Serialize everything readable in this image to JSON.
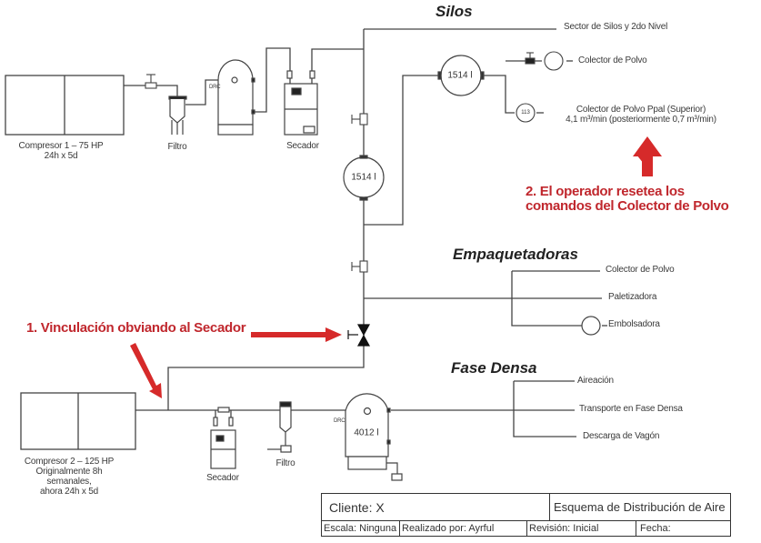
{
  "sections": {
    "silos": "Silos",
    "empaquetadoras": "Empaquetadoras",
    "fase_densa": "Fase Densa"
  },
  "equipment": {
    "compressor1": {
      "name": "Compresor 1 – 75 HP",
      "schedule": "24h x 5d"
    },
    "filter1": "Filtro",
    "dryer1": "Secador",
    "tank_silos": "1514 l",
    "tank_collector": "1514 l",
    "gauge_small": "113",
    "compressor2": {
      "name": "Compresor 2 – 125 HP",
      "line2": "Originalmente 8h",
      "line3": "semanales,",
      "line4": "ahora 24h x 5d"
    },
    "dryer2": "Secador",
    "filter2": "Filtro",
    "tank_dense": "4012 l",
    "drain_tag": "DRC"
  },
  "destinations": {
    "silos": [
      "Sector de Silos y 2do Nivel",
      "Colector de Polvo",
      "Colector de Polvo Ppal (Superior)",
      "4,1 m³/min (posteriormente 0,7 m³/min)"
    ],
    "empaquetadoras": [
      "Colector de Polvo",
      "Paletizadora",
      "Embolsadora"
    ],
    "fase_densa": [
      "Aireación",
      "Transporte en Fase Densa",
      "Descarga de Vagón"
    ]
  },
  "annotations": {
    "note1": "1. Vinculación obviando al Secador",
    "note2_line1": "2. El operador resetea los",
    "note2_line2": "comandos del Colector de Polvo",
    "color": "#c0272d"
  },
  "title_block": {
    "client": "Cliente: X",
    "title": "Esquema de Distribución de Aire",
    "scale": "Escala: Ninguna",
    "author": "Realizado por: Ayrful",
    "revision": "Revisión: Inicial",
    "date": "Fecha:"
  }
}
